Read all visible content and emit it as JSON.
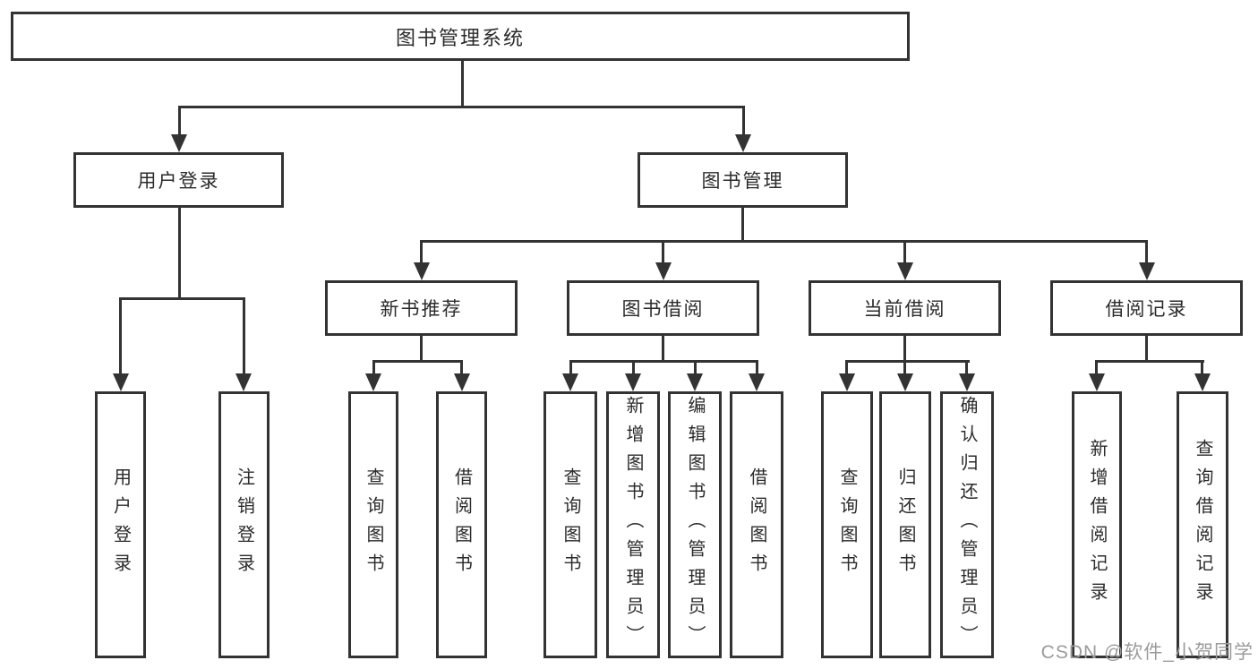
{
  "diagram": {
    "root": {
      "label": "图书管理系统"
    },
    "branches": [
      {
        "label": "用户登录",
        "children": [
          {
            "label": "用户登录"
          },
          {
            "label": "注销登录"
          }
        ]
      },
      {
        "label": "图书管理",
        "children": [
          {
            "label": "新书推荐",
            "children": [
              {
                "label": "查询图书"
              },
              {
                "label": "借阅图书"
              }
            ]
          },
          {
            "label": "图书借阅",
            "children": [
              {
                "label": "查询图书"
              },
              {
                "label": "新增图书（管理员）"
              },
              {
                "label": "编辑图书（管理员）"
              },
              {
                "label": "借阅图书"
              }
            ]
          },
          {
            "label": "当前借阅",
            "children": [
              {
                "label": "查询图书"
              },
              {
                "label": "归还图书"
              },
              {
                "label": "确认归还（管理员）"
              }
            ]
          },
          {
            "label": "借阅记录",
            "children": [
              {
                "label": "新增借阅记录"
              },
              {
                "label": "查询借阅记录"
              }
            ]
          }
        ]
      }
    ]
  },
  "watermark": {
    "text": "CSDN @软件_小贺同学"
  },
  "colors": {
    "line": "#333333",
    "text": "#2b2b2b",
    "background": "#ffffff",
    "watermark": "#9b9b9b"
  }
}
